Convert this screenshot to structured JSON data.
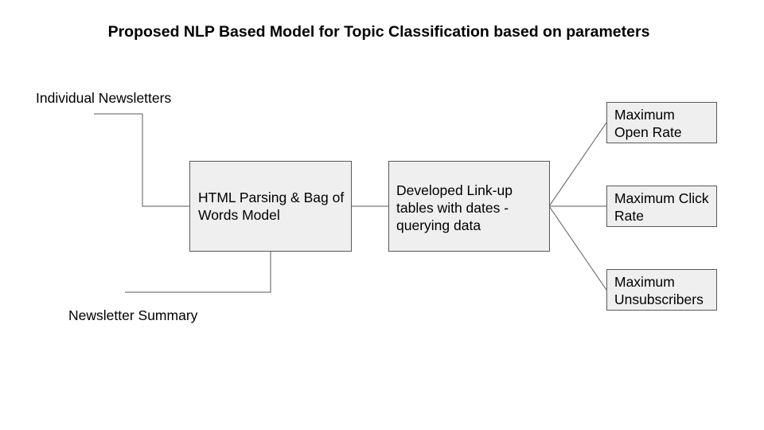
{
  "title": "Proposed NLP Based Model for Topic Classification based on parameters",
  "inputs": {
    "newsletters": "Individual Newsletters",
    "summary": "Newsletter Summary"
  },
  "processes": {
    "parsing": "HTML Parsing & Bag of Words Model",
    "lookup": "Developed Link-up tables with dates - querying data"
  },
  "outputs": {
    "open_rate": "Maximum Open Rate",
    "click_rate": "Maximum Click Rate",
    "unsubscribers": "Maximum Unsubscribers"
  },
  "colors": {
    "box_fill": "#efefef",
    "box_border": "#595959",
    "connector": "#595959"
  }
}
